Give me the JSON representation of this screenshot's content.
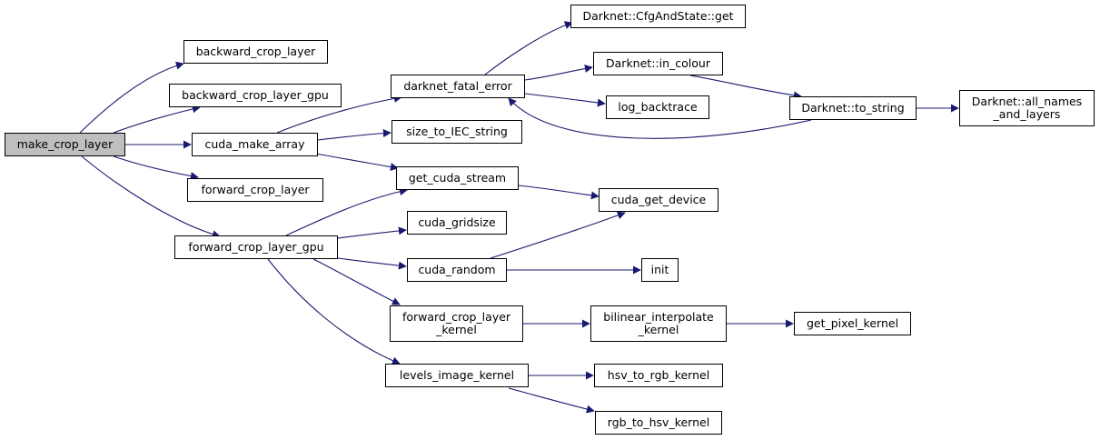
{
  "colors": {
    "edge": "#191970",
    "root_fill": "#bfbfbf",
    "node_fill": "#ffffff",
    "border": "#000000"
  },
  "nodes": {
    "make_crop_layer": "make_crop_layer",
    "backward_crop_layer": "backward_crop_layer",
    "backward_crop_layer_gpu": "backward_crop_layer_gpu",
    "cuda_make_array": "cuda_make_array",
    "forward_crop_layer": "forward_crop_layer",
    "forward_crop_layer_gpu": "forward_crop_layer_gpu",
    "darknet_fatal_error": "darknet_fatal_error",
    "size_to_IEC_string": "size_to_IEC_string",
    "get_cuda_stream": "get_cuda_stream",
    "cuda_gridsize": "cuda_gridsize",
    "cuda_random": "cuda_random",
    "forward_crop_layer_kernel": "forward_crop_layer\n_kernel",
    "levels_image_kernel": "levels_image_kernel",
    "cfg_get": "Darknet::CfgAndState::get",
    "in_colour": "Darknet::in_colour",
    "log_backtrace": "log_backtrace",
    "cuda_get_device": "cuda_get_device",
    "init": "init",
    "bilinear_interpolate_kernel": "bilinear_interpolate\n_kernel",
    "hsv_to_rgb_kernel": "hsv_to_rgb_kernel",
    "rgb_to_hsv_kernel": "rgb_to_hsv_kernel",
    "to_string": "Darknet::to_string",
    "all_names_and_layers": "Darknet::all_names\n_and_layers",
    "get_pixel_kernel": "get_pixel_kernel"
  }
}
